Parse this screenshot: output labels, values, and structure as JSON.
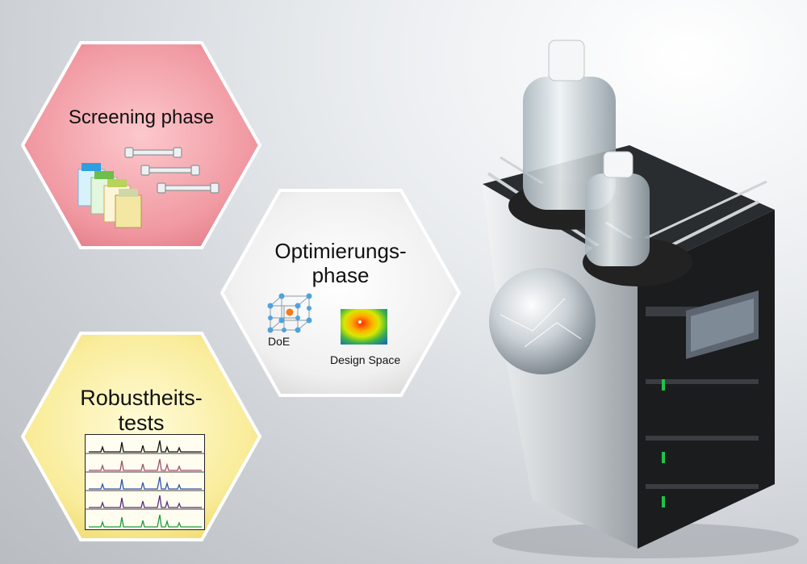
{
  "phases": {
    "screening": {
      "title": "Screening phase"
    },
    "optimization": {
      "title_line1": "Optimierungs-",
      "title_line2": "phase",
      "doe_label": "DoE",
      "design_space_label": "Design Space"
    },
    "robustness": {
      "title_line1": "Robustheits-",
      "title_line2": "tests"
    }
  },
  "colors": {
    "screening_hex": "#f0a0a8",
    "optimization_hex": "#f2f2f2",
    "robustness_hex": "#faee9a"
  }
}
